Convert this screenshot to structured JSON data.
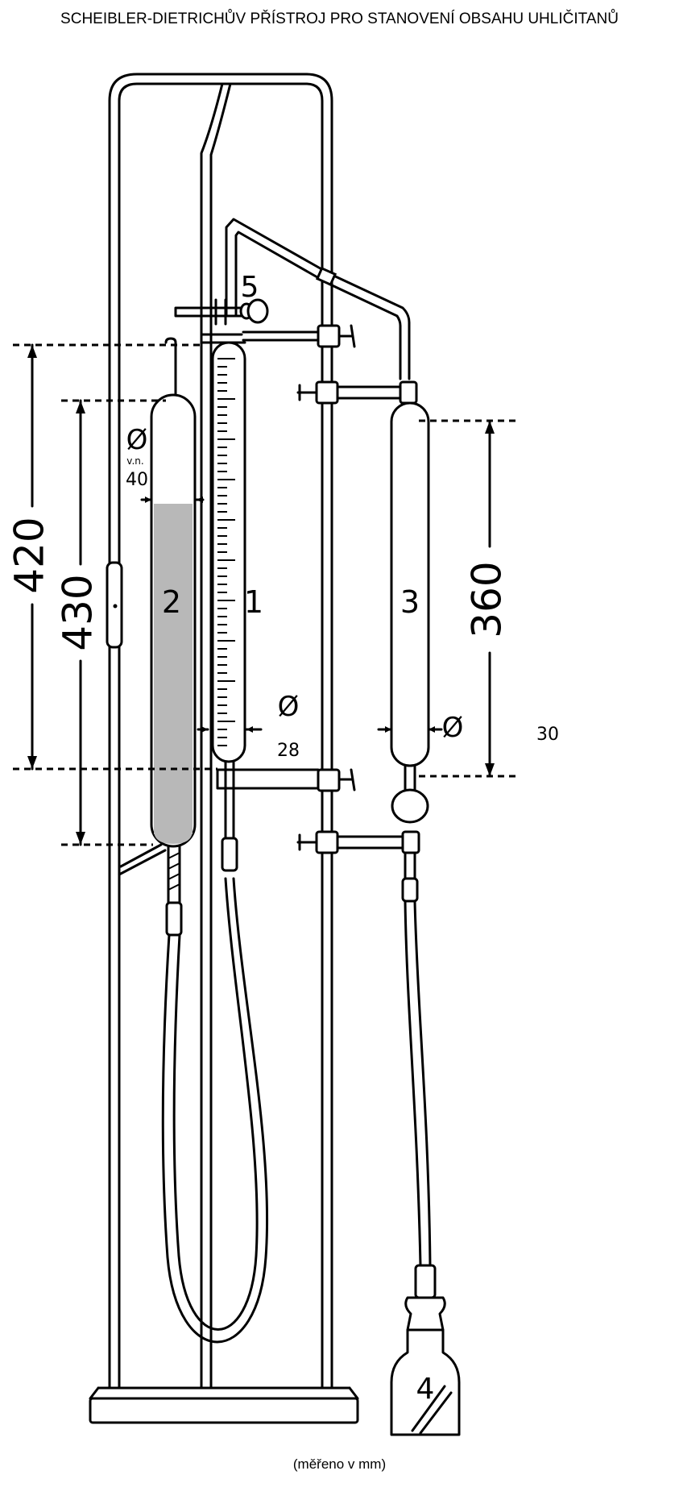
{
  "title": "SCHEIBLER-DIETRICHŮV PŘÍSTROJ PRO STANOVENÍ OBSAHU UHLIČITANŮ",
  "footnote": "(měřeno v mm)",
  "labels": {
    "part_1": "1",
    "part_2": "2",
    "part_3": "3",
    "part_4": "4",
    "part_5": "5"
  },
  "dimensions": {
    "d420": "420",
    "d430": "430",
    "d360": "360",
    "diam_symbol": "Ø",
    "vn": "v.n.",
    "diam_40": "40",
    "diam_28": "28",
    "diam_30": "30"
  }
}
